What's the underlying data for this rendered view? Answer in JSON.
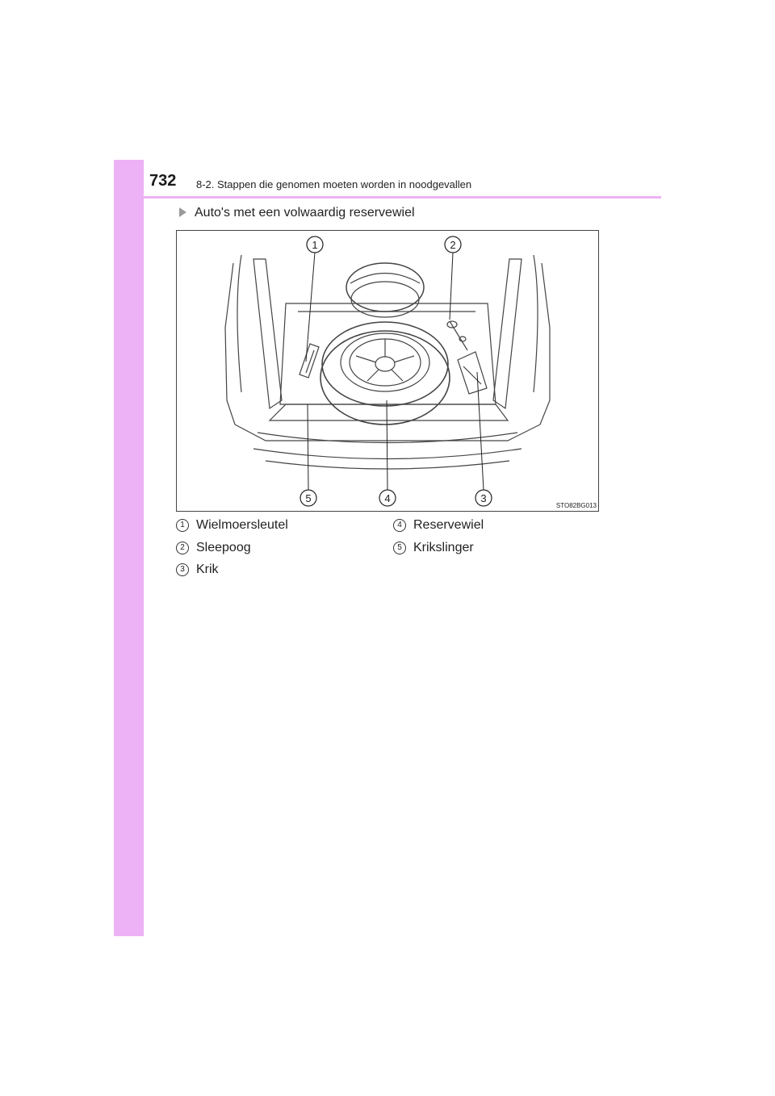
{
  "accent_color": "#edb1f5",
  "header": {
    "page_number": "732",
    "section_title": "8-2. Stappen die genomen moeten worden in noodgevallen"
  },
  "subheading": "Auto's met een volwaardig reservewiel",
  "figure": {
    "code": "STO82BG013",
    "callouts": [
      "1",
      "2",
      "3",
      "4",
      "5"
    ]
  },
  "legend": [
    {
      "num": "1",
      "label": "Wielmoersleutel"
    },
    {
      "num": "2",
      "label": "Sleepoog"
    },
    {
      "num": "3",
      "label": "Krik"
    },
    {
      "num": "4",
      "label": "Reservewiel"
    },
    {
      "num": "5",
      "label": "Krikslinger"
    }
  ]
}
